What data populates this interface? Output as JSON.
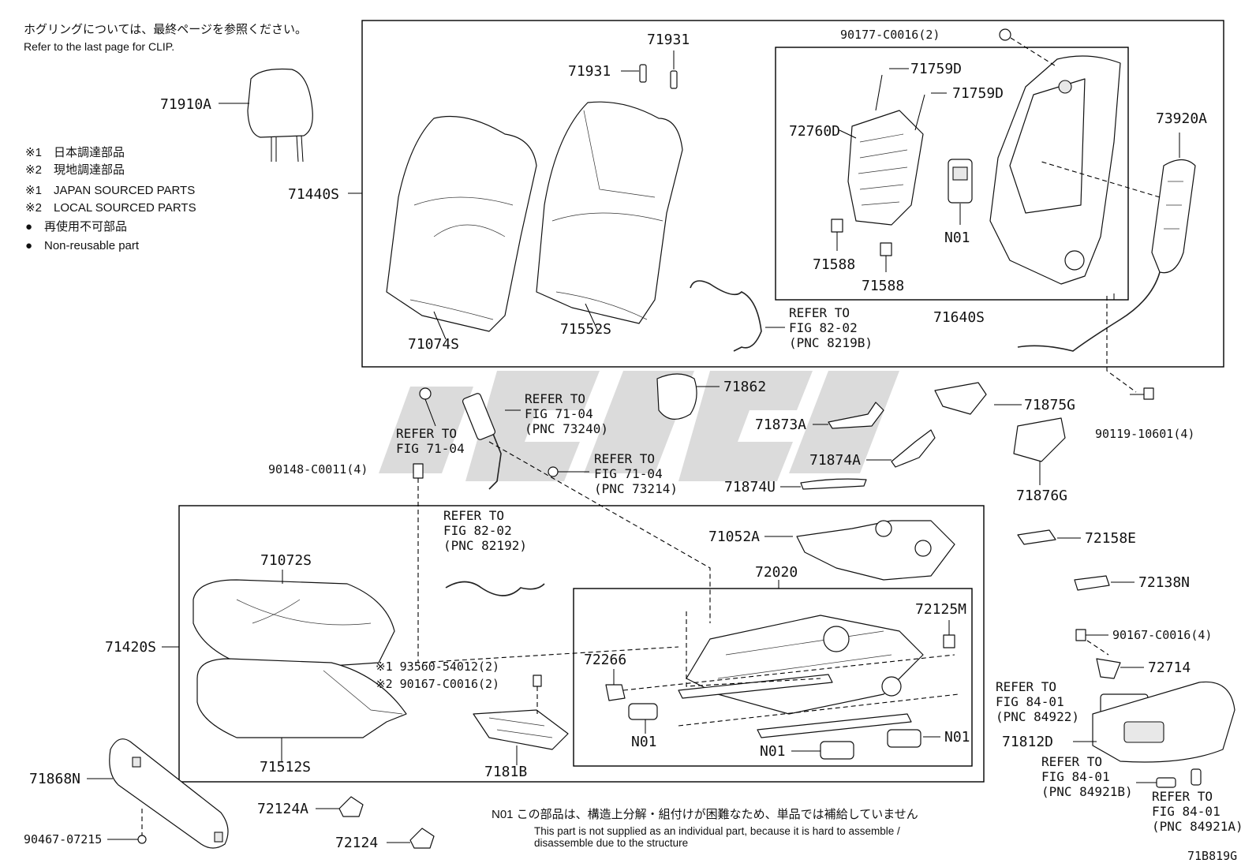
{
  "notes": {
    "clip_jp": "ホグリングについては、最終ページを参照ください。",
    "clip_en": "Refer to the last page for CLIP.",
    "legend": [
      {
        "mark": "※1",
        "text": "日本調達部品"
      },
      {
        "mark": "※2",
        "text": "現地調達部品"
      },
      {
        "mark": "※1",
        "text": "JAPAN SOURCED PARTS"
      },
      {
        "mark": "※2",
        "text": "LOCAL SOURCED PARTS"
      },
      {
        "mark": "●",
        "text": "再使用不可部品"
      },
      {
        "mark": "●",
        "text": "Non-reusable part"
      }
    ]
  },
  "parts": {
    "p71910A": "71910A",
    "p71440S": "71440S",
    "p71931a": "71931",
    "p71931b": "71931",
    "p71074S": "71074S",
    "p71552S": "71552S",
    "p90177": "90177-C0016(2)",
    "p71759Da": "71759D",
    "p71759Db": "71759D",
    "p72760D": "72760D",
    "p71588a": "71588",
    "p71588b": "71588",
    "pN01a": "N01",
    "p71640S": "71640S",
    "p73920A": "73920A",
    "p90119": "90119-10601(4)",
    "p71862": "71862",
    "p71873A": "71873A",
    "p71875G": "71875G",
    "p71874A": "71874A",
    "p71874U": "71874U",
    "p71876G": "71876G",
    "p90148": "90148-C0011(4)",
    "p71052A": "71052A",
    "p72158E": "72158E",
    "p72138N": "72138N",
    "p71072S": "71072S",
    "p72020": "72020",
    "p72125M": "72125M",
    "p90167a": "90167-C0016(4)",
    "p72714": "72714",
    "p71420S": "71420S",
    "p72266": "72266",
    "p93560": "※1 93560-54012(2)",
    "p90167b": "※2 90167-C0016(2)",
    "pN01b": "N01",
    "pN01c": "N01",
    "pN01d": "N01",
    "p71812D": "71812D",
    "p71512S": "71512S",
    "p7181B": "7181B",
    "p71868N": "71868N",
    "p90467": "90467-07215",
    "p72124A": "72124A",
    "p72124": "72124"
  },
  "refs": {
    "r8219B": [
      "REFER TO",
      "FIG 82-02",
      "(PNC 8219B)"
    ],
    "r73240": [
      "REFER TO",
      "FIG 71-04",
      "(PNC 73240)"
    ],
    "r7104": [
      "REFER TO",
      "FIG 71-04"
    ],
    "r73214": [
      "REFER TO",
      "FIG 71-04",
      "(PNC 73214)"
    ],
    "r82192": [
      "REFER TO",
      "FIG 82-02",
      "(PNC 82192)"
    ],
    "r84922": [
      "REFER TO",
      "FIG 84-01",
      "(PNC 84922)"
    ],
    "r84921B": [
      "REFER TO",
      "FIG 84-01",
      "(PNC 84921B)"
    ],
    "r84921A": [
      "REFER TO",
      "FIG 84-01",
      "(PNC 84921A)"
    ]
  },
  "footer": {
    "n01_jp": "N01 この部品は、構造上分解・組付けが困難なため、単品では補給していません",
    "n01_en_1": "This part is not supplied as an individual part, because it is hard to assemble /",
    "n01_en_2": "disassemble due to the structure",
    "figure_code": "71B819G"
  },
  "colors": {
    "line": "#000000",
    "watermark": "#cfcfcf"
  }
}
